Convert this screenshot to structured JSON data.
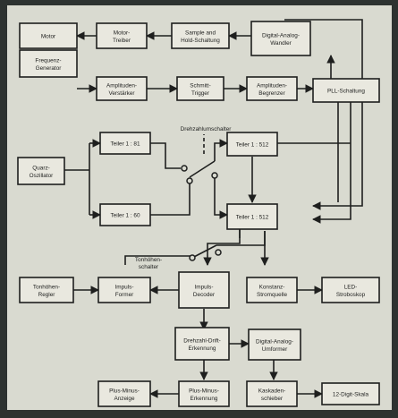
{
  "colors": {
    "background": "#2d3230",
    "panel": "#d9dad0",
    "box_fill": "#e9e8df",
    "line": "#1e1f1e",
    "text": "#1e1f1e"
  },
  "blocks": {
    "motor": "Motor",
    "frequenz_generator": [
      "Frequenz-",
      "Generator"
    ],
    "motor_treiber": [
      "Motor-",
      "Treiber"
    ],
    "sample_hold": [
      "Sample and",
      "Hold-Schaltung"
    ],
    "digital_analog_wandler": [
      "Digital-Analog-",
      "Wandler"
    ],
    "amplituden_verstaerker": [
      "Amplituden-",
      "Verstärker"
    ],
    "schmitt_trigger": [
      "Schmitt-",
      "Trigger"
    ],
    "amplituden_begrenzer": [
      "Amplituden-",
      "Begrenzer"
    ],
    "pll_schaltung": "PLL-Schaltung",
    "quarz_oszillator": [
      "Quarz-",
      "Oszillator"
    ],
    "teiler_81": "Teiler 1 : 81",
    "teiler_60": "Teiler 1 : 60",
    "teiler_512a": "Teiler 1 : 512",
    "teiler_512b": "Teiler 1 : 512",
    "tonhoehen_regler": [
      "Tonhöhen-",
      "Regler"
    ],
    "impuls_former": [
      "Impuls-",
      "Former"
    ],
    "impuls_decoder": [
      "Impuls-",
      "Decoder"
    ],
    "konstanz_stromquelle": [
      "Konstanz-",
      "Stromquelle"
    ],
    "led_stroboskop": [
      "LED-",
      "Stroboskop"
    ],
    "drehzahl_erkennung": [
      "Drehzahl-Drift-",
      "Erkennung"
    ],
    "digital_analog_umformer": [
      "Digital-Analog-",
      "Umformer"
    ],
    "plus_minus_anzeige": [
      "Plus-Minus-",
      "Anzeige"
    ],
    "plus_minus_erkennung": [
      "Plus-Minus-",
      "Erkennung"
    ],
    "kaskaden_schieber": [
      "Kaskaden-",
      "schieber"
    ],
    "digit_skala": "12-Digit-Skala"
  },
  "labels": {
    "drehzahlumschalter": "Drehzahlumschalter",
    "tonhoehenschalter": [
      "Tonhöhen-",
      "schalter"
    ]
  }
}
